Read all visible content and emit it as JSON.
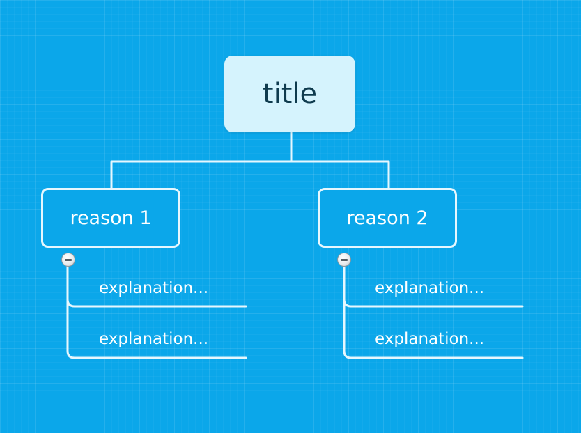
{
  "colors": {
    "background": "#0ba7ea",
    "root_fill": "#d5f3fd",
    "root_text": "#0f3b4e",
    "topic_border": "#e6f7fe",
    "line": "#e6f7fe",
    "text": "#ffffff"
  },
  "root": {
    "label": "title"
  },
  "topics": [
    {
      "label": "reason 1",
      "children": [
        {
          "label": "explanation..."
        },
        {
          "label": "explanation..."
        }
      ]
    },
    {
      "label": "reason 2",
      "children": [
        {
          "label": "explanation..."
        },
        {
          "label": "explanation..."
        }
      ]
    }
  ],
  "icons": {
    "collapse": "minus-icon"
  }
}
